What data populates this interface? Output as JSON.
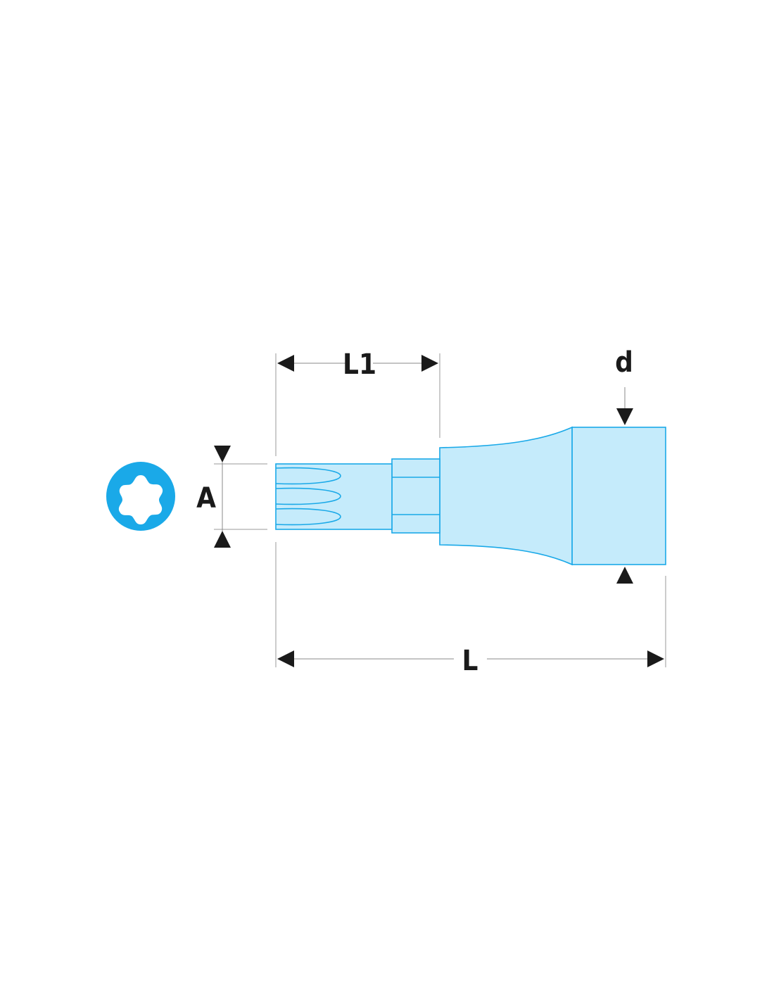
{
  "colors": {
    "accent": "#1aa9e8",
    "fill": "#c5ebfb",
    "ink": "#1a1a1a"
  },
  "icons": {
    "profile": "torx-profile-icon"
  },
  "dimensions": {
    "length": "L",
    "bit_length": "L1",
    "drive_diameter": "d",
    "tip_size": "A"
  }
}
